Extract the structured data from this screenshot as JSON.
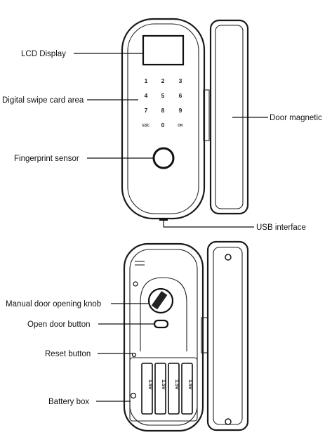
{
  "labels": {
    "lcd_display": "LCD Display",
    "swipe_card_area": "Digital swipe card area",
    "fingerprint_sensor": "Fingerprint sensor",
    "door_magnetic": "Door magnetic",
    "usb_interface": "USB interface",
    "manual_knob": "Manual door opening knob",
    "open_door_button": "Open door button",
    "reset_button": "Reset button",
    "battery_box": "Battery box"
  },
  "keypad": {
    "k1": "1",
    "k2": "2",
    "k3": "3",
    "k4": "4",
    "k5": "5",
    "k6": "6",
    "k7": "7",
    "k8": "8",
    "k9": "9",
    "esc": "ESC",
    "k0": "0",
    "ok": "OK"
  },
  "battery": {
    "text": "1.5V"
  }
}
